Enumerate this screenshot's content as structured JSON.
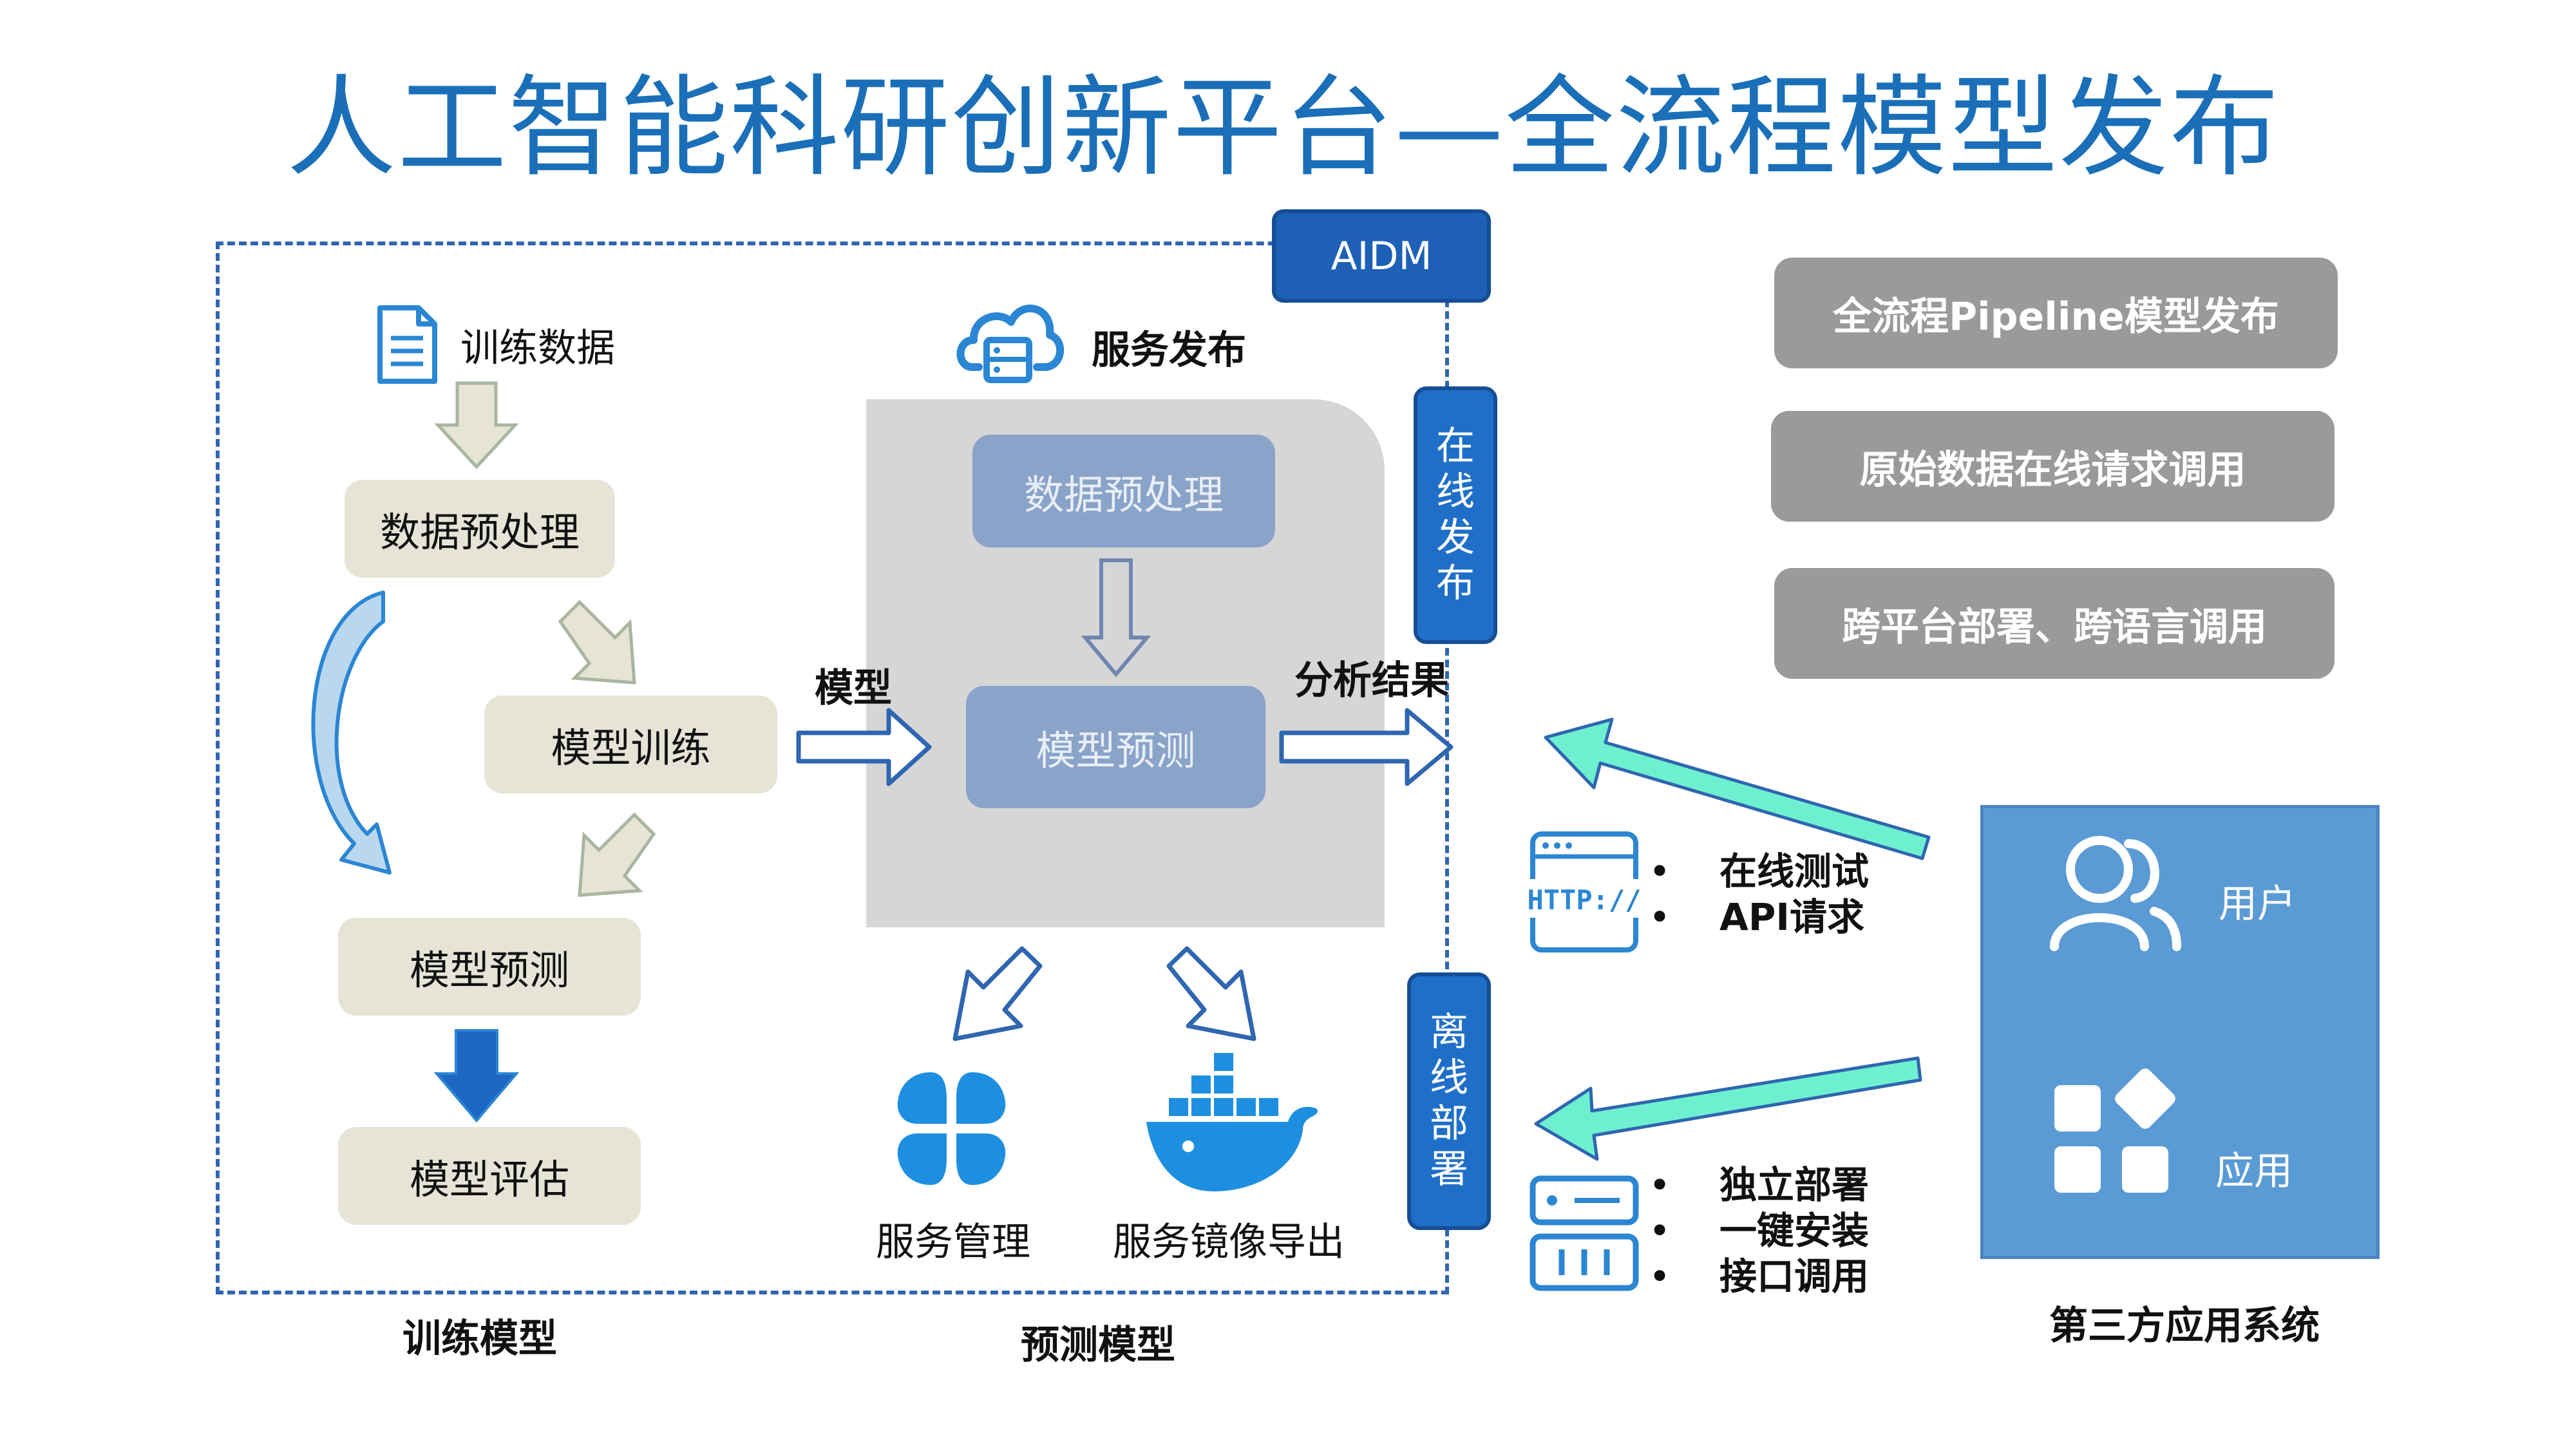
{
  "title": "人工智能科研创新平台—全流程模型发布",
  "aidm_label": "AIDM",
  "training": {
    "data_label": "训练数据",
    "preprocess": "数据预处理",
    "train": "模型训练",
    "predict": "模型预测",
    "evaluate": "模型评估",
    "caption": "训练模型"
  },
  "service": {
    "header": "服务发布",
    "preprocess": "数据预处理",
    "predict": "模型预测",
    "model_arrow_label": "模型",
    "result_arrow_label": "分析结果",
    "manage_label": "服务管理",
    "export_label": "服务镜像导出",
    "caption": "预测模型"
  },
  "deploy": {
    "online_chars": [
      "在",
      "线",
      "发",
      "布"
    ],
    "offline_chars": [
      "离",
      "线",
      "部",
      "署"
    ],
    "online_bullets": [
      "在线测试",
      "API请求"
    ],
    "offline_bullets": [
      "独立部署",
      "一键安装",
      "接口调用"
    ],
    "bullet_mark": "•",
    "http_icon_text": "HTTP://"
  },
  "features": [
    "全流程Pipeline模型发布",
    "原始数据在线请求调用",
    "跨平台部署、跨语言调用"
  ],
  "third_party": {
    "user_label": "用户",
    "app_label": "应用",
    "caption": "第三方应用系统"
  },
  "colors": {
    "title_blue": "#1a6fb8",
    "beige_box": "#e6e4d6",
    "slate_box": "#8aa3c8",
    "grey_pill": "#9a9a9a",
    "tab_blue": "#1f6fc8",
    "third_party_blue": "#5b9bd5",
    "teal_arrow": "#6ef0d0"
  },
  "icons": [
    "document-icon",
    "cloud-server-icon",
    "clover-icon",
    "docker-whale-icon",
    "http-icon",
    "server-rack-icon",
    "users-icon",
    "apps-grid-icon"
  ]
}
